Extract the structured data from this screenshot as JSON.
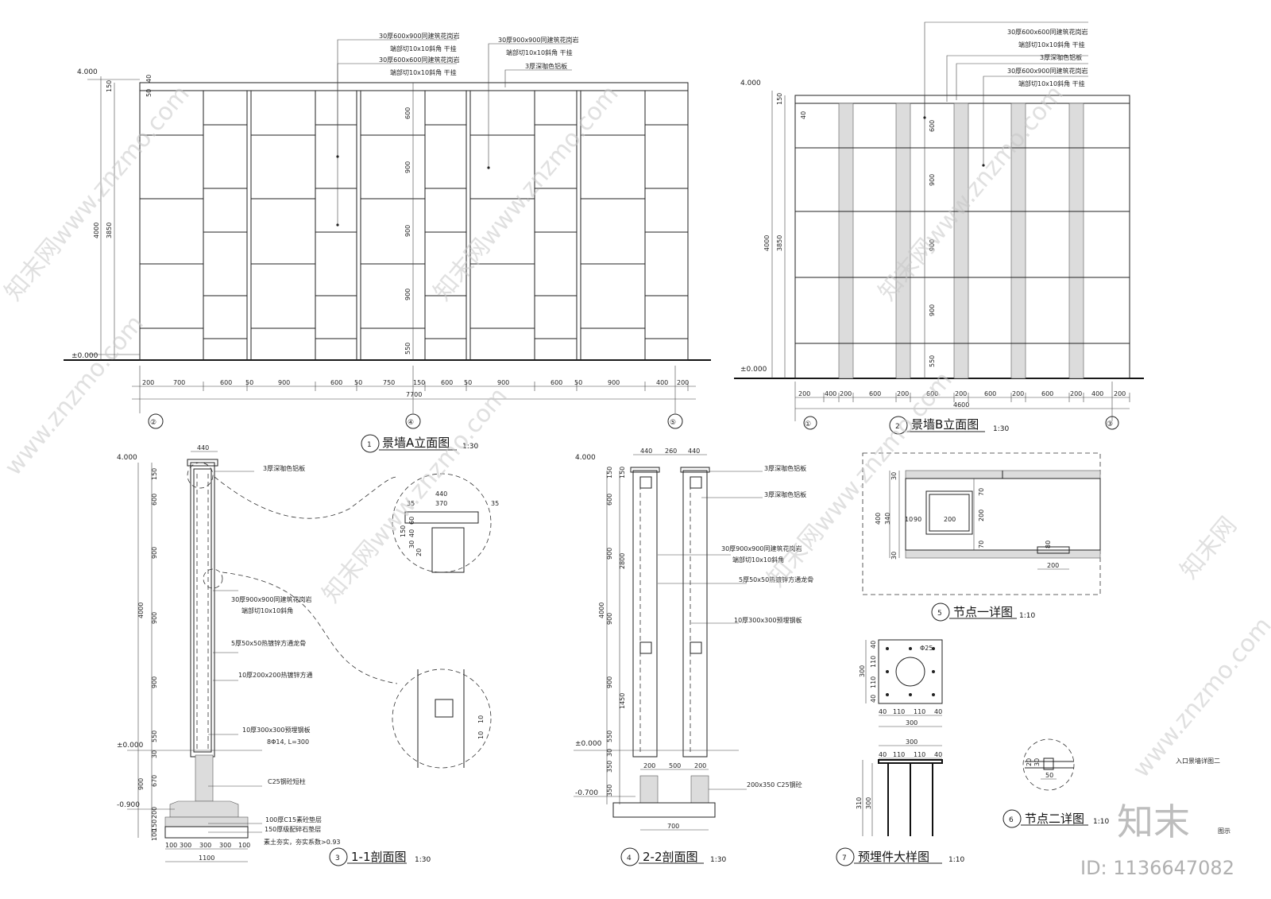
{
  "watermarks": [
    "知末网www.znzmo.com",
    "知末网www.znzmo.com",
    "知末网www.znzmo.com",
    "www.znzmo.com",
    "知末网www.znzmo.com",
    "知末网www.znzmo.com",
    "www.znzmo.com",
    "知末网"
  ],
  "brand": {
    "logo": "知末",
    "tag": "图示",
    "id": "ID: 1136647082"
  },
  "note_top_right": "入口景墙详图二",
  "elevA": {
    "title_num": "1",
    "title": "景墙A立面图",
    "scale": "1:30",
    "lev_top": "4.000",
    "lev_zero": "±0.000",
    "vdims": [
      "150",
      "3850",
      "4000",
      "600",
      "900",
      "900",
      "900",
      "550",
      "40",
      "50"
    ],
    "hdims": [
      "200",
      "700",
      "600",
      "50",
      "900",
      "600",
      "50",
      "750",
      "150",
      "600",
      "50",
      "900",
      "600",
      "50",
      "900",
      "400",
      "200"
    ],
    "total": "7700",
    "axes": [
      "②",
      "④",
      "⑤"
    ],
    "notes": [
      "30厚600x900同建筑花岗岩",
      "端部切10x10斜角  干挂",
      "30厚600x600同建筑花岗岩",
      "端部切10x10斜角  干挂",
      "30厚900x900同建筑花岗岩",
      "端部切10x10斜角  干挂",
      "3厚深咖色铝板"
    ]
  },
  "elevB": {
    "title_num": "2",
    "title": "景墙B立面图",
    "scale": "1:30",
    "lev_top": "4.000",
    "lev_zero": "±0.000",
    "vdims": [
      "150",
      "3850",
      "4000",
      "600",
      "900",
      "900",
      "900",
      "550",
      "40"
    ],
    "hdims": [
      "200",
      "400",
      "200",
      "600",
      "200",
      "600",
      "200",
      "600",
      "200",
      "600",
      "200",
      "400",
      "200"
    ],
    "total": "4600",
    "axes": [
      "①",
      "③"
    ],
    "notes": [
      "30厚600x600同建筑花岗岩",
      "端部切10x10斜角  干挂",
      "3厚深咖色铝板",
      "30厚600x900同建筑花岗岩",
      "端部切10x10斜角  干挂"
    ]
  },
  "sec11": {
    "title_num": "3",
    "title": "1-1剖面图",
    "scale": "1:30",
    "levels": [
      "4.000",
      "±0.000",
      "-0.900"
    ],
    "top_dim": "440",
    "vdims": [
      "150",
      "600",
      "900",
      "4000",
      "900",
      "900",
      "550",
      "30",
      "670",
      "900",
      "200",
      "150",
      "100"
    ],
    "hdims": [
      "100",
      "300",
      "300",
      "300",
      "100"
    ],
    "total": "1100",
    "notes": [
      "3厚深咖色铝板",
      "30厚900x900同建筑花岗岩",
      "端部切10x10斜角",
      "5厚50x50热镀锌方通龙骨",
      "10厚200x200热镀锌方通",
      "10厚300x300预埋钢板",
      "8Φ14, L=300",
      "C25钢砼短柱",
      "100厚C15素砼垫层",
      "150厚级配碎石垫层",
      "素土夯实，夯实系数>0.93"
    ],
    "detail_dims": [
      "440",
      "370",
      "35",
      "35",
      "150",
      "60",
      "40",
      "30",
      "20",
      "10",
      "10"
    ]
  },
  "sec22": {
    "title_num": "4",
    "title": "2-2剖面图",
    "scale": "1:30",
    "levels": [
      "4.000",
      "±0.000",
      "-0.700"
    ],
    "top_dims": [
      "440",
      "260",
      "440"
    ],
    "vdims": [
      "150",
      "150",
      "600",
      "900",
      "2800",
      "4000",
      "900",
      "900",
      "1450",
      "550",
      "30",
      "350",
      "350"
    ],
    "bottom_dims": [
      "200",
      "500",
      "200"
    ],
    "total": "700",
    "notes": [
      "3厚深咖色铝板",
      "3厚深咖色铝板",
      "30厚900x900同建筑花岗岩",
      "端部切10x10斜角",
      "5厚50x50热镀锌方通龙骨",
      "10厚300x300预埋钢板",
      "200x350 C25钢砼"
    ]
  },
  "node1": {
    "title_num": "5",
    "title": "节点一详图",
    "scale": "1:10",
    "dims": [
      "400",
      "340",
      "30",
      "10",
      "90",
      "200",
      "70",
      "200",
      "70",
      "30",
      "80",
      "200"
    ]
  },
  "embed": {
    "title_num": "7",
    "title": "预埋件大样图",
    "scale": "1:10",
    "dims": [
      "Φ25",
      "40",
      "110",
      "110",
      "40",
      "300",
      "40",
      "110",
      "110",
      "40",
      "300",
      "300",
      "40",
      "110",
      "110",
      "40",
      "310",
      "300"
    ]
  },
  "node2": {
    "title_num": "6",
    "title": "节点二详图",
    "scale": "1:10",
    "dims": [
      "20",
      "30",
      "50"
    ]
  }
}
